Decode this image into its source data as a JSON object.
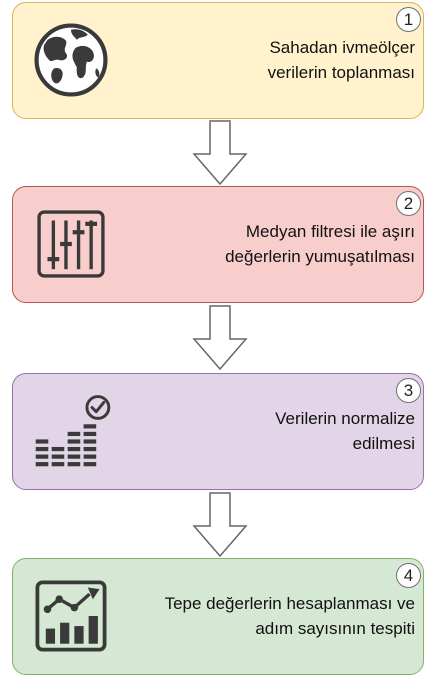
{
  "steps": [
    {
      "number": "1",
      "label": "Sahadan ivmeölçer\nverilerin toplanması",
      "icon": "globe-icon",
      "fill": "#fff2cc",
      "stroke": "#d6b656"
    },
    {
      "number": "2",
      "label": "Medyan filtresi ile aşırı\ndeğerlerin yumuşatılması",
      "icon": "sliders-icon",
      "fill": "#f8cecc",
      "stroke": "#b85450"
    },
    {
      "number": "3",
      "label": "Verilerin normalize\nedilmesi",
      "icon": "equalizer-check-icon",
      "fill": "#e1d5e7",
      "stroke": "#9673a6"
    },
    {
      "number": "4",
      "label": "Tepe değerlerin hesaplanması ve\nadım sayısının tespiti",
      "icon": "growth-chart-icon",
      "fill": "#d5e8d4",
      "stroke": "#82b366"
    }
  ]
}
